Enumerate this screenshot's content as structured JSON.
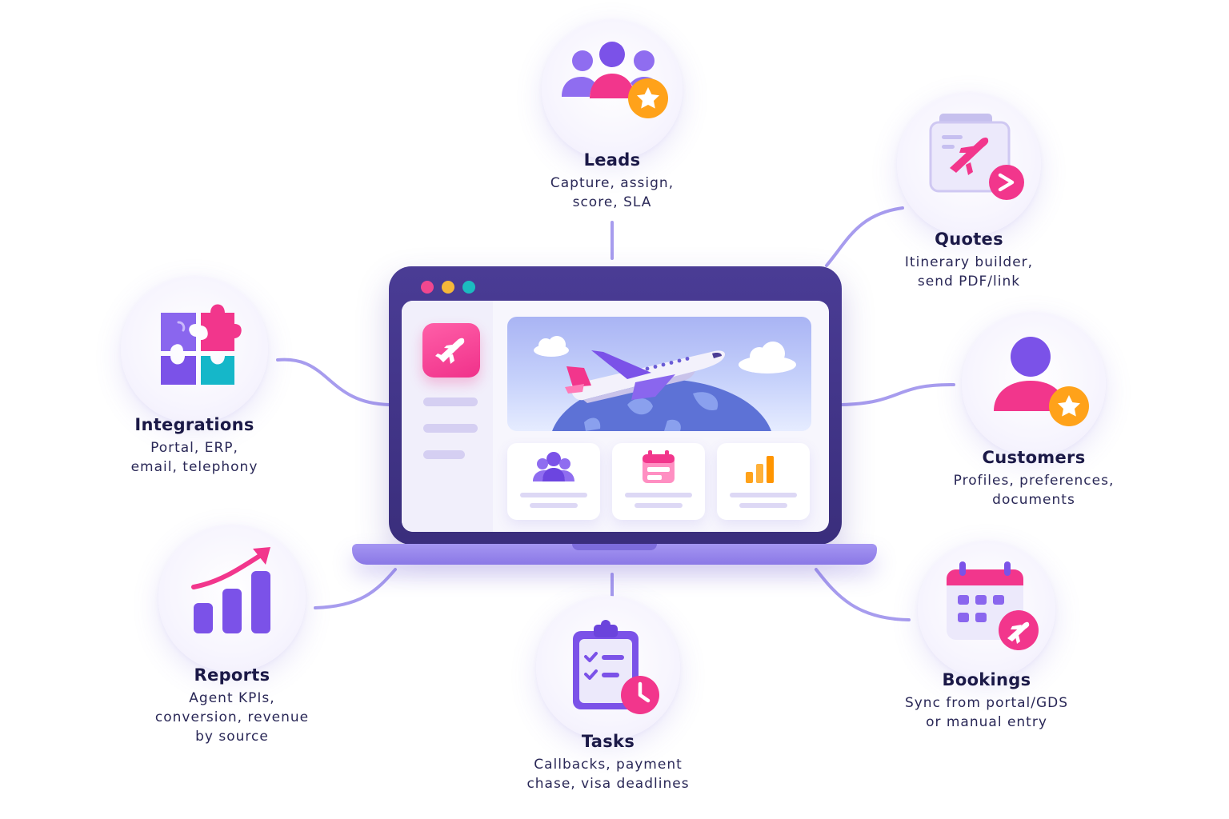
{
  "colors": {
    "connector": "#a79cee",
    "laptop_frame": "#3e3283",
    "accent_pink": "#f2368c",
    "accent_purple": "#7b52e8",
    "accent_orange": "#ffa21a",
    "accent_teal": "#15b7c9"
  },
  "laptop": {
    "window_dots": [
      "#f0478f",
      "#f5b83a",
      "#1bbcc0"
    ],
    "app_icon": "airplane-icon",
    "hero_image": "airplane-over-globe",
    "cards": [
      {
        "icon": "people-icon"
      },
      {
        "icon": "calendar-icon"
      },
      {
        "icon": "bar-chart-icon"
      }
    ]
  },
  "nodes": {
    "leads": {
      "title": "Leads",
      "desc_lines": [
        "Capture, assign,",
        "score, SLA"
      ],
      "icon": "team-star-icon"
    },
    "quotes": {
      "title": "Quotes",
      "desc_lines": [
        "Itinerary builder,",
        "send PDF/link"
      ],
      "icon": "flight-document-send-icon"
    },
    "integrations": {
      "title": "Integrations",
      "desc_lines": [
        "Portal, ERP,",
        "email, telephony"
      ],
      "icon": "puzzle-icon"
    },
    "customers": {
      "title": "Customers",
      "desc_lines": [
        "Profiles, preferences,",
        "documents"
      ],
      "icon": "user-star-icon"
    },
    "reports": {
      "title": "Reports",
      "desc_lines": [
        "Agent KPIs,",
        "conversion, revenue",
        "by source"
      ],
      "icon": "growth-chart-icon"
    },
    "tasks": {
      "title": "Tasks",
      "desc_lines": [
        "Callbacks, payment",
        "chase, visa deadlines"
      ],
      "icon": "clipboard-clock-icon"
    },
    "bookings": {
      "title": "Bookings",
      "desc_lines": [
        "Sync from portal/GDS",
        "or manual entry"
      ],
      "icon": "calendar-flight-icon"
    }
  }
}
